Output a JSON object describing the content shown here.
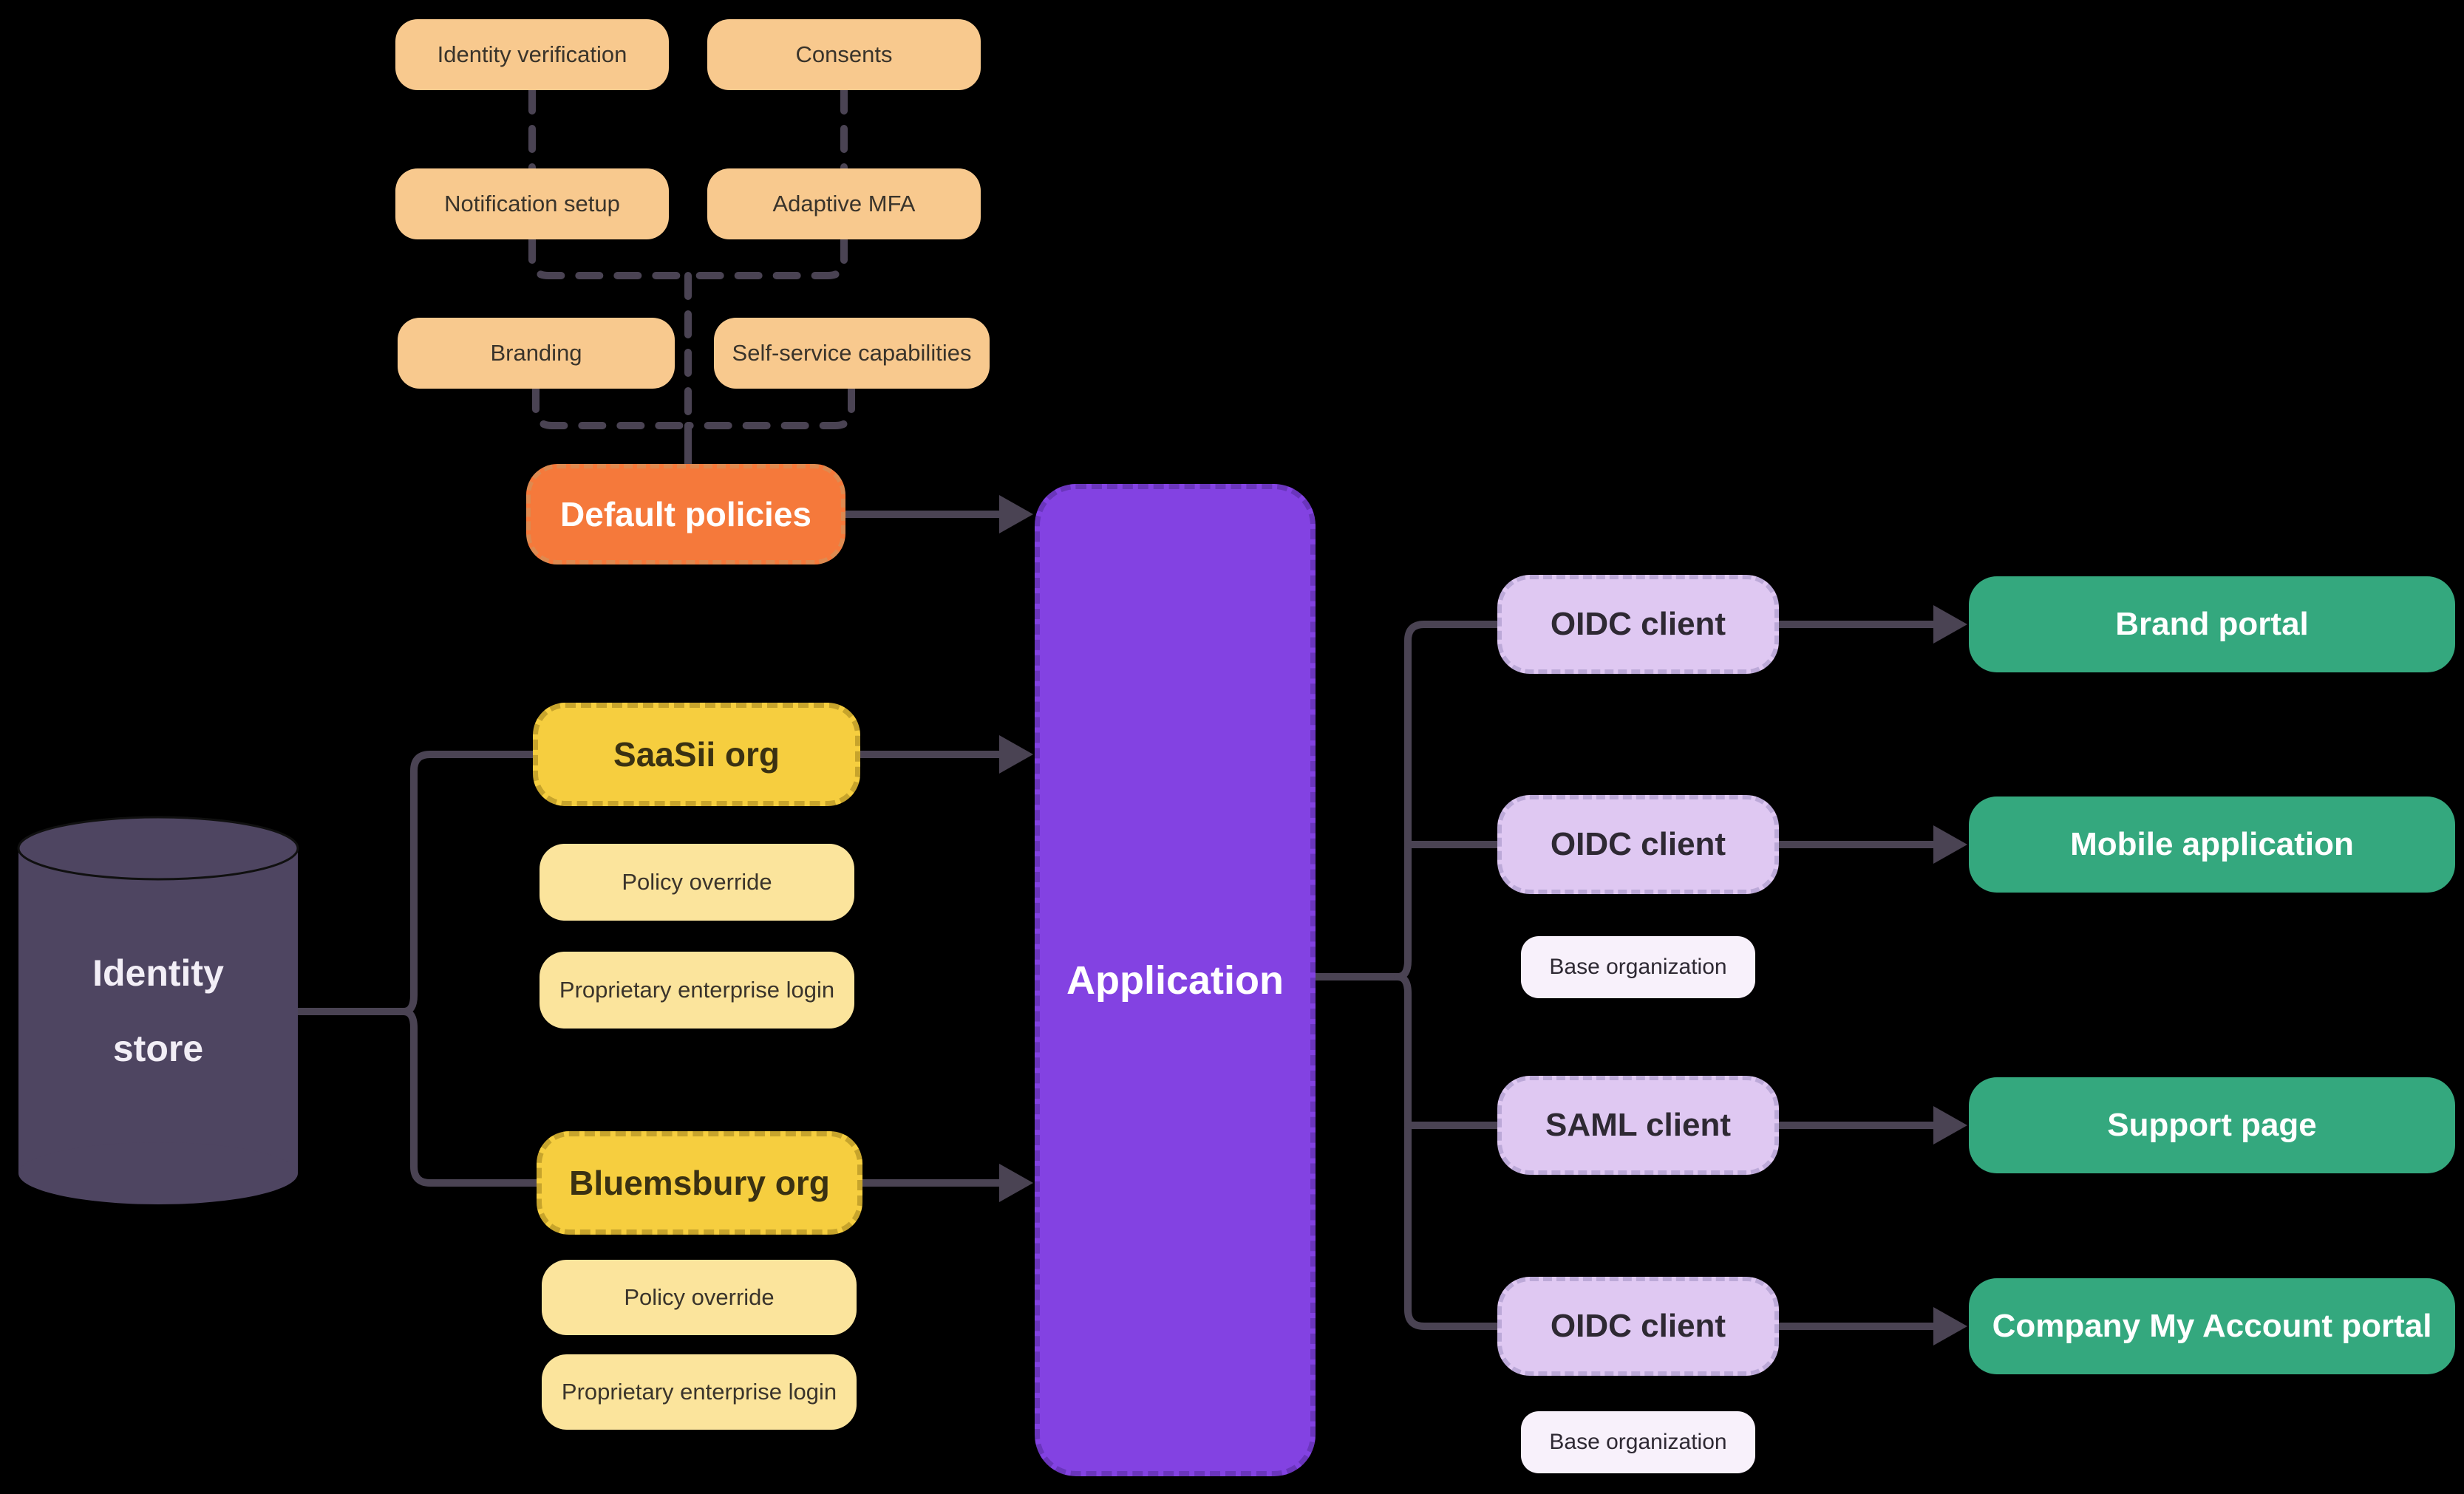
{
  "colors": {
    "background": "#000000",
    "connector": "#4A4353",
    "policy_peach": "#F8C98E",
    "default_policies_orange": "#F5793B",
    "org_yellow": "#F6CE3F",
    "org_child_yellow": "#FBE49C",
    "application_purple": "#8342E2",
    "client_lavender": "#DFC8F2",
    "base_org_white": "#F8F1FB",
    "target_green": "#34A87E",
    "identity_store_plum": "#4E4561"
  },
  "nodes": {
    "identity_verification": {
      "label": "Identity verification"
    },
    "consents": {
      "label": "Consents"
    },
    "notification_setup": {
      "label": "Notification setup"
    },
    "adaptive_mfa": {
      "label": "Adaptive MFA"
    },
    "branding": {
      "label": "Branding"
    },
    "self_service": {
      "label": "Self-service capabilities"
    },
    "default_policies": {
      "label": "Default policies"
    },
    "identity_store": {
      "line1": "Identity",
      "line2": "store"
    },
    "saasii_org": {
      "label": "SaaSii org"
    },
    "saasii_policy_override": {
      "label": "Policy override"
    },
    "saasii_proprietary_login": {
      "label": "Proprietary enterprise login"
    },
    "bluemsbury_org": {
      "label": "Bluemsbury org"
    },
    "bluemsbury_policy_override": {
      "label": "Policy override"
    },
    "bluemsbury_proprietary_login": {
      "label": "Proprietary enterprise login"
    },
    "application": {
      "label": "Application"
    },
    "oidc_client_brand": {
      "label": "OIDC client"
    },
    "brand_portal": {
      "label": "Brand portal"
    },
    "oidc_client_mobile": {
      "label": "OIDC client"
    },
    "mobile_application": {
      "label": "Mobile application"
    },
    "base_org_mobile": {
      "label": "Base organization"
    },
    "saml_client": {
      "label": "SAML client"
    },
    "support_page": {
      "label": "Support page"
    },
    "oidc_client_company": {
      "label": "OIDC client"
    },
    "company_my_account_portal": {
      "label": "Company My Account portal"
    },
    "base_org_company": {
      "label": "Base organization"
    }
  }
}
